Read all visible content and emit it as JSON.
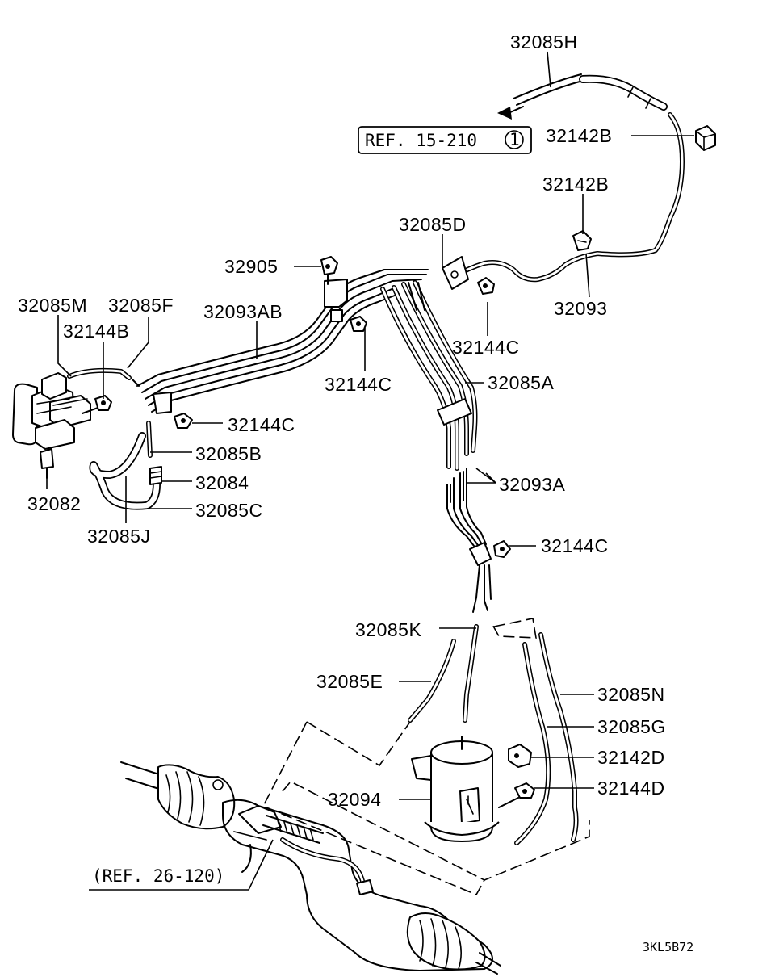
{
  "labels": {
    "p32085H": "32085H",
    "p32142B_top": "32142B",
    "p32142B_mid": "32142B",
    "p32085D": "32085D",
    "p32905": "32905",
    "p32093": "32093",
    "p32085M": "32085M",
    "p32085F": "32085F",
    "p32093AB": "32093AB",
    "p32144B": "32144B",
    "p32144C_a": "32144C",
    "p32144C_b": "32144C",
    "p32144C_c": "32144C",
    "p32144C_d": "32144C",
    "p32085A": "32085A",
    "p32085B": "32085B",
    "p32084": "32084",
    "p32085C": "32085C",
    "p32082": "32082",
    "p32085J": "32085J",
    "p32093A": "32093A",
    "p32085K": "32085K",
    "p32085E": "32085E",
    "p32085N": "32085N",
    "p32085G": "32085G",
    "p32142D": "32142D",
    "p32094": "32094",
    "p32144D": "32144D"
  },
  "references": {
    "ref_upper": "REF. 15-210",
    "ref_upper_circle": "1",
    "ref_lower": "(REF. 26-120)"
  },
  "diagram_code": "3KL5B72"
}
